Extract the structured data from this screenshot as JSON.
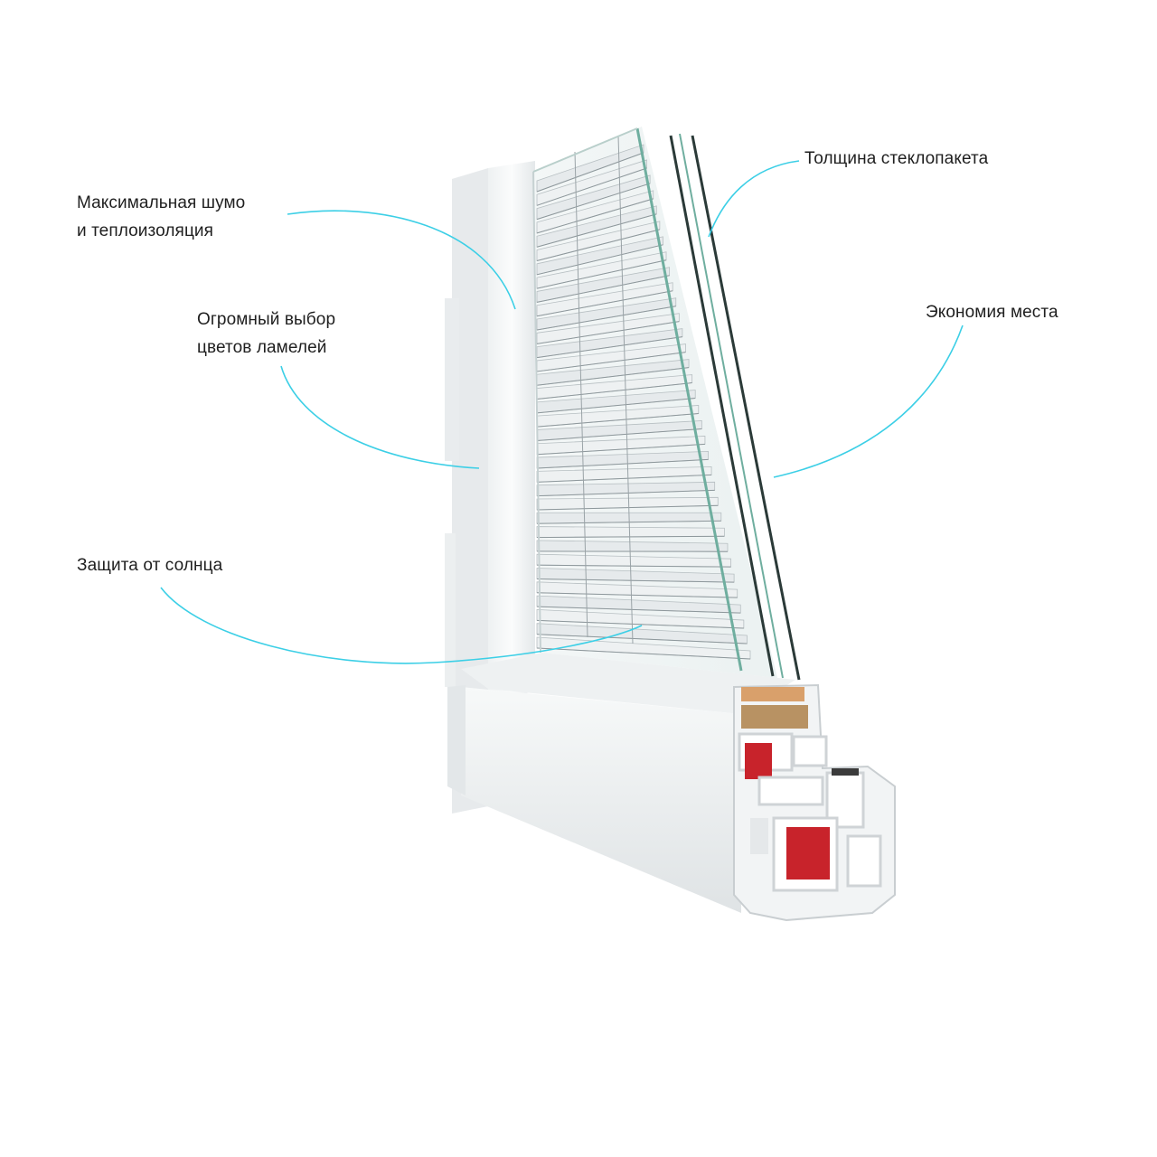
{
  "theme": {
    "background": "#ffffff",
    "text_color": "#1f1f1f",
    "leader_color": "#3ccfe6",
    "frame_white": "#f4f6f7",
    "frame_shadow": "#d9dde0",
    "glass_edge": "#5fa79a",
    "lamella": "#e8ecee",
    "reinforcement_red": "#c8232b",
    "seal_tan": "#b89263"
  },
  "callouts": [
    {
      "id": "noise",
      "lines": [
        "Максимальная шумо",
        "и теплоизоляция"
      ]
    },
    {
      "id": "colors",
      "lines": [
        "Огромный выбор",
        "цветов ламелей"
      ]
    },
    {
      "id": "sun",
      "lines": [
        "Защита от солнца"
      ]
    },
    {
      "id": "thickness",
      "lines": [
        "Толщина стеклопакета"
      ]
    },
    {
      "id": "space",
      "lines": [
        "Экономия места"
      ]
    }
  ],
  "illustration": {
    "subject": "window-profile-with-integrated-blinds",
    "icon": "window-cross-section-icon"
  }
}
